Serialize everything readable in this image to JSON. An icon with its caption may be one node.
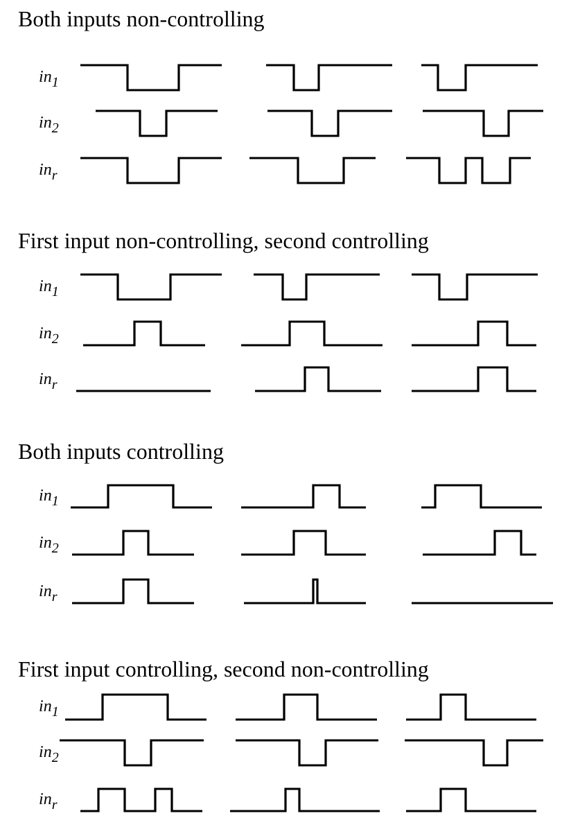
{
  "diagram": {
    "labels": [
      "Both inputs non-controlling",
      "in$_{1}$",
      "in$_{2}$",
      "in$_{r}$",
      "First input non-controlling, second controlling",
      "in$_{1}$",
      "in$_{2}$",
      "in$_{r}$",
      "Both inputs controlling",
      "in$_{1}$",
      "in$_{2}$",
      "in$_{r}$",
      "First input controlling, second non-controlling",
      "in$_{1}$",
      "in$_{2}$",
      "in$_{r}$"
    ]
  }
}
